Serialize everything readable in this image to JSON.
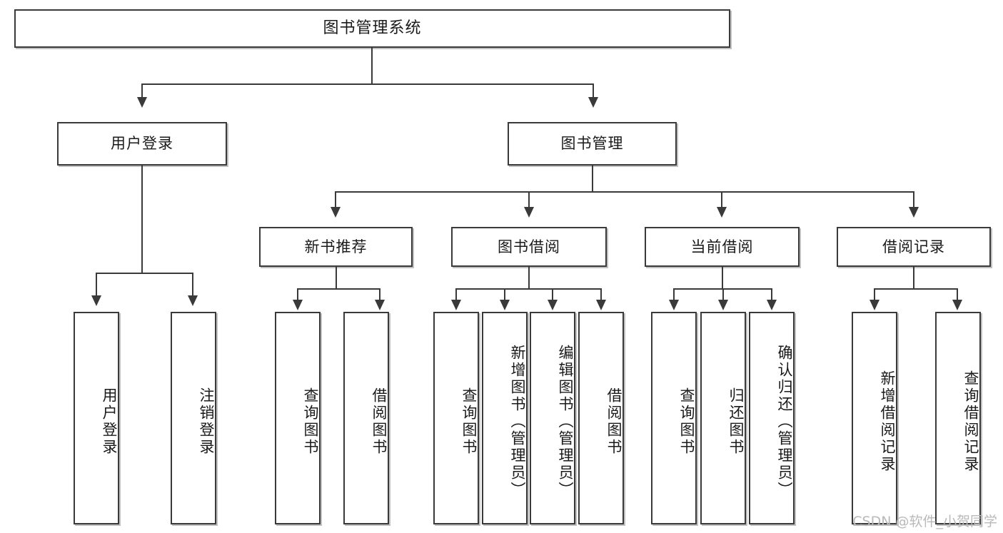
{
  "diagram": {
    "title": "图书管理系统",
    "watermark": "CSDN @软件_小贺同学",
    "colors": {
      "stroke": "#3a3a3a",
      "fill": "#ffffff",
      "text": "#1a1a1a",
      "watermark": "#b9b9b9"
    },
    "root": {
      "label": "图书管理系统"
    },
    "level2": [
      {
        "label": "用户登录"
      },
      {
        "label": "图书管理"
      }
    ],
    "level3": [
      {
        "label": "新书推荐"
      },
      {
        "label": "图书借阅"
      },
      {
        "label": "当前借阅"
      },
      {
        "label": "借阅记录"
      }
    ],
    "leaves": {
      "user_login": [
        {
          "label": "用户登录"
        },
        {
          "label": "注销登录"
        }
      ],
      "new_book": [
        {
          "label": "查询图书"
        },
        {
          "label": "借阅图书"
        }
      ],
      "book_borrow": [
        {
          "label": "查询图书"
        },
        {
          "label": "新增图书（管理员）"
        },
        {
          "label": "编辑图书（管理员）"
        },
        {
          "label": "借阅图书"
        }
      ],
      "current_borrow": [
        {
          "label": "查询图书"
        },
        {
          "label": "归还图书"
        },
        {
          "label": "确认归还（管理员）"
        }
      ],
      "borrow_record": [
        {
          "label": "新增借阅记录"
        },
        {
          "label": "查询借阅记录"
        }
      ]
    }
  }
}
